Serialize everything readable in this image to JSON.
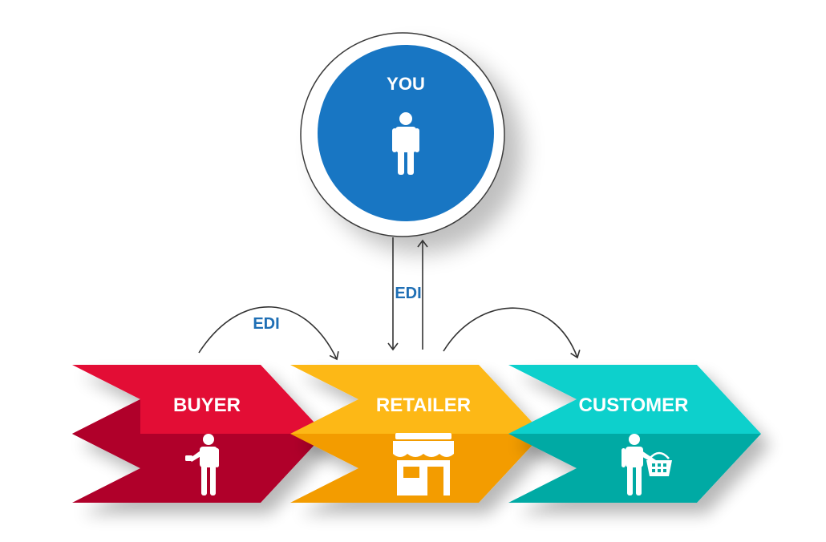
{
  "you": {
    "label": "YOU",
    "icon": "person-icon"
  },
  "edi_labels": {
    "buyer_to_retailer": "EDI",
    "retailer_you": "EDI"
  },
  "steps": [
    {
      "label": "BUYER",
      "icon": "buyer-person-icon",
      "color_top": "#e30a34",
      "color_bottom": "#b0002a"
    },
    {
      "label": "RETAILER",
      "icon": "storefront-icon",
      "color_top": "#fdb813",
      "color_bottom": "#f39c00"
    },
    {
      "label": "CUSTOMER",
      "icon": "customer-basket-icon",
      "color_top": "#10d0cc",
      "color_bottom": "#06aaa4"
    }
  ],
  "colors": {
    "you_circle": "#1876c3",
    "edi_text": "#1f6fb5",
    "arrow": "#333333"
  }
}
